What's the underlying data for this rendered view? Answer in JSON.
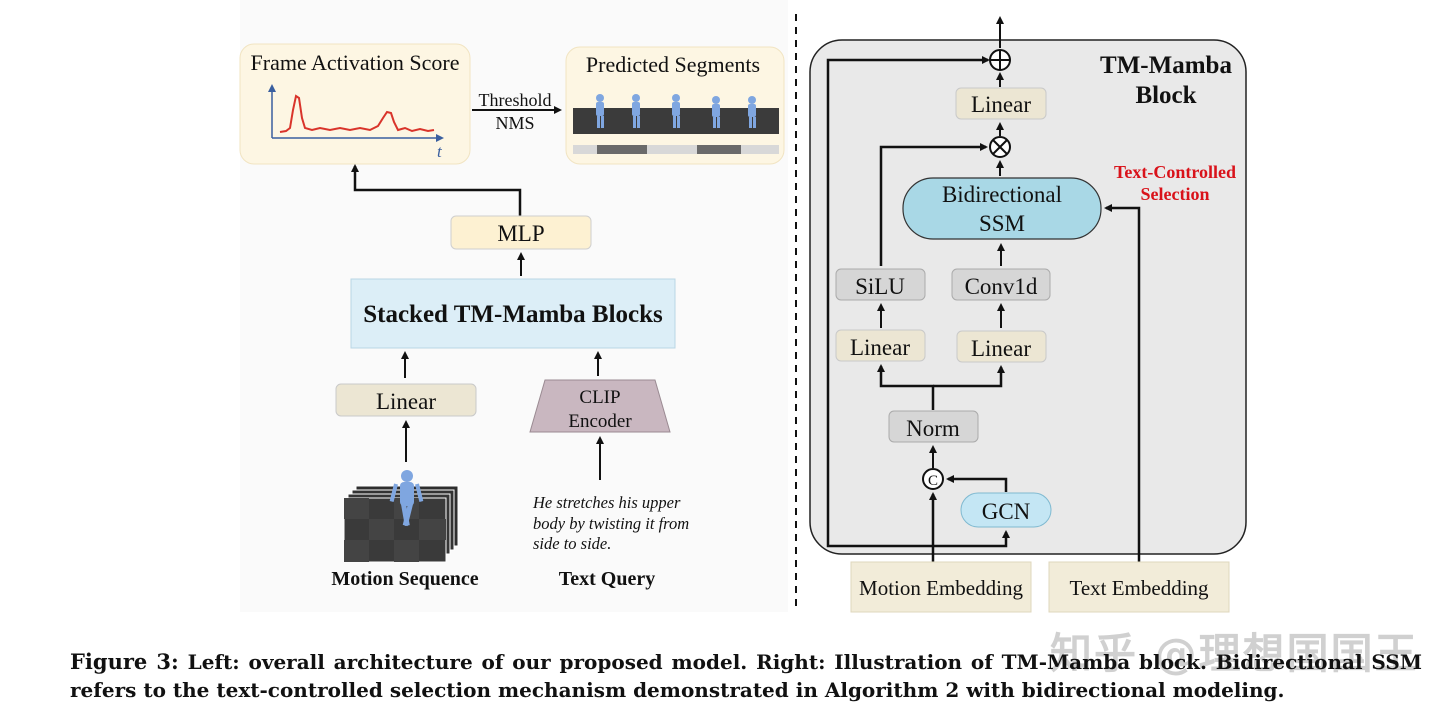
{
  "left": {
    "frame_activation_label": "Frame Activation Score",
    "axis_t_label": "t",
    "threshold_label": "Threshold",
    "nms_label": "NMS",
    "predicted_segments_label": "Predicted Segments",
    "mlp_label": "MLP",
    "stacked_blocks_label": "Stacked TM-Mamba Blocks",
    "linear_label": "Linear",
    "clip_line1": "CLIP",
    "clip_line2": "Encoder",
    "text_query_lines": [
      "He stretches his upper",
      "body by twisting it from",
      "side to side."
    ],
    "motion_sequence_label": "Motion Sequence",
    "text_query_label": "Text Query"
  },
  "right": {
    "block_title_line1": "TM-Mamba",
    "block_title_line2": "Block",
    "top_linear": "Linear",
    "bidir_line1": "Bidirectional",
    "bidir_line2": "SSM",
    "text_controlled_line1": "Text-Controlled",
    "text_controlled_line2": "Selection",
    "silu": "SiLU",
    "conv1d": "Conv1d",
    "linear_left": "Linear",
    "linear_right": "Linear",
    "norm": "Norm",
    "concat_symbol": "C",
    "gcn": "GCN",
    "motion_embedding": "Motion Embedding",
    "text_embedding": "Text Embedding"
  },
  "caption": {
    "figure_label": "Figure 3:",
    "text": "Left: overall architecture of our proposed model. Right: Illustration of TM-Mamba block. Bidirectional SSM refers to the text-controlled selection mechanism demonstrated in Algorithm 2 with bidirectional modeling."
  },
  "watermark": "知乎 @理想国国王",
  "colors": {
    "cream": "#f2ecd9",
    "light_blue": "#dceef7",
    "ssm_blue": "#a9d8e6",
    "gcn_blue": "#c4e6f4",
    "gray_box": "#d6d6d6",
    "clip_purple": "#c9b7c0",
    "red_text": "#d9121a",
    "curve_red": "#d9342b",
    "axis_blue": "#3a5f9f",
    "panel_gray": "#e9e9e9"
  }
}
